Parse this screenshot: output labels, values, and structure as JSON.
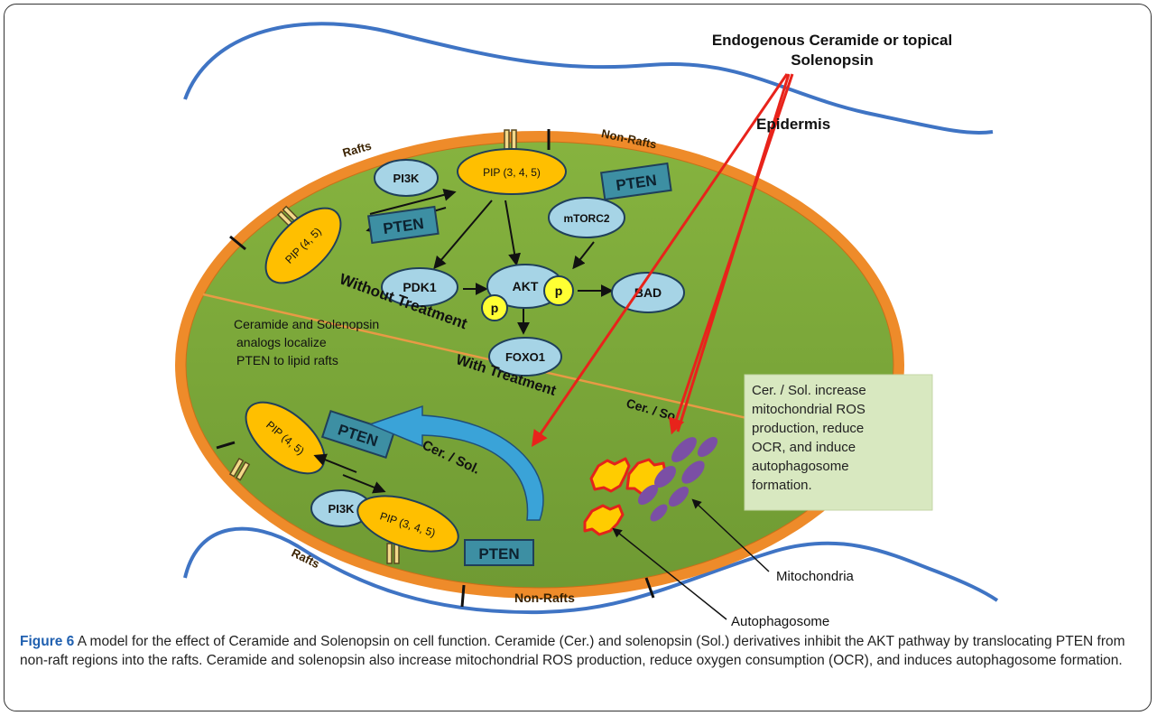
{
  "labels": {
    "source": "Endogenous Ceramide or topical Solenopsin",
    "source_line1": "Endogenous Ceramide or topical",
    "source_line2": "Solenopsin",
    "epidermis": "Epidermis",
    "rafts_top": "Rafts",
    "nonrafts_top": "Non-Rafts",
    "rafts_bottom": "Rafts",
    "nonrafts_bottom": "Non-Rafts",
    "pi3k_top": "PI3K",
    "pip345_top": "PIP (3, 4, 5)",
    "pten_membrane": "PTEN",
    "pten_top": "PTEN",
    "mtorc2": "mTORC2",
    "pip45_top": "PIP (4, 5)",
    "pdk1": "PDK1",
    "akt": "AKT",
    "p1": "p",
    "p2": "p",
    "bad": "BAD",
    "foxo1": "FOXO1",
    "without": "Without Treatment",
    "with": "With Treatment",
    "localize_line1": "Ceramide and Solenopsin",
    "localize_line2": "analogs localize",
    "localize_line3": "PTEN to lipid rafts",
    "pip45_bottom": "PIP (4, 5)",
    "pten_bottom": "PTEN",
    "pi3k_bottom": "PI3K",
    "pip345_bottom": "PIP (3, 4, 5)",
    "cersol_arrow": "Cer. / Sol.",
    "cersol_mito": "Cer. / Sol.",
    "pten_lower": "PTEN",
    "mito_line1": "Cer. / Sol. increase",
    "mito_line2": "mitochondrial ROS",
    "mito_line3": "production, reduce",
    "mito_line4": "OCR, and induce",
    "mito_line5": "autophagosome",
    "mito_line6": "formation.",
    "mitochondria": "Mitochondria",
    "autophagosome": "Autophagosome"
  },
  "caption": {
    "figure_label": "Figure 6",
    "text": " A model for the effect of Ceramide and Solenopsin on cell function. Ceramide (Cer.) and solenopsin (Sol.) derivatives inhibit the AKT pathway by translocating PTEN from non-raft regions into the rafts. Ceramide and solenopsin also increase mitochondrial ROS production, reduce oxygen consumption (OCR), and induces autophagosome formation."
  },
  "colors": {
    "cell_green": "#7aa53a",
    "membrane_orange": "#ee8b2a",
    "epidermis_blue": "#3f74c4",
    "node_blue": "#a6d4e6",
    "node_yellow": "#ffbf00",
    "pten_box": "#3d8fa3",
    "arrow_red": "#e8231b",
    "mito_purple": "#7b4fa5",
    "note_box": "#d8e8c0",
    "caption_label": "#2060b0"
  }
}
